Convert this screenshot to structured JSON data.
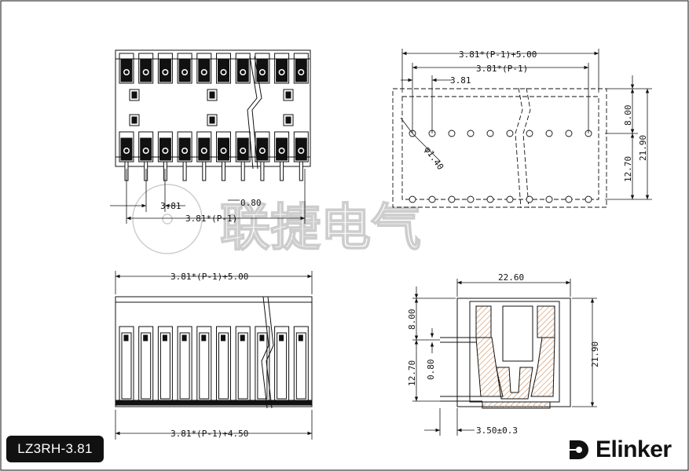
{
  "watermark": "联捷电气",
  "model_tag": "LZ3RH-3.81",
  "brand": {
    "name": "Elinker",
    "logo_icon": "elinker-d-logo-icon"
  },
  "dims": {
    "top_front_pitch": "3.81",
    "top_front_offset": "0.80",
    "top_front_span": "3.81*(P-1)",
    "top_right_total": "3.81*(P-1)+5.00",
    "top_right_span": "3.81*(P-1)",
    "top_right_pitch": "3.81",
    "top_right_h1": "8.00",
    "top_right_h2": "12.70",
    "top_right_h_total": "21.90",
    "hole_dia": "φ1.40",
    "bottom_top_total": "3.81*(P-1)+5.00",
    "bottom_total": "3.81*(P-1)+4.50",
    "side_width": "22.60",
    "side_h1": "8.00",
    "side_h2": "12.70",
    "side_pin": "0.80",
    "side_h_total": "21.90",
    "side_bottom": "3.50±0.3"
  },
  "colors": {
    "line": "#111111",
    "section_fill": "#f3c9a0",
    "watermark": "#bdbdbd"
  }
}
